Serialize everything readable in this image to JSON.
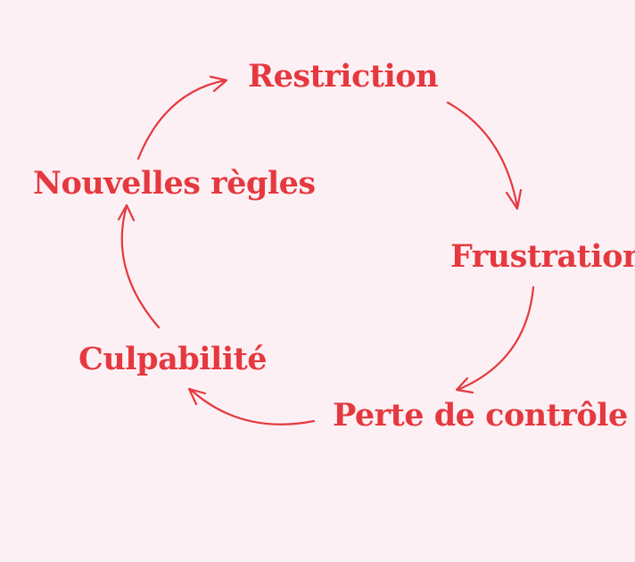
{
  "accent_color": "#e5393f",
  "background_color": "#fdf0f4",
  "cycle": {
    "steps": [
      {
        "id": "restriction",
        "label": "Restriction"
      },
      {
        "id": "frustration",
        "label": "Frustration"
      },
      {
        "id": "perte",
        "label": "Perte de contrôle"
      },
      {
        "id": "culpabilite",
        "label": "Culpabilité"
      },
      {
        "id": "nouvelles",
        "label": "Nouvelles règles"
      }
    ]
  }
}
